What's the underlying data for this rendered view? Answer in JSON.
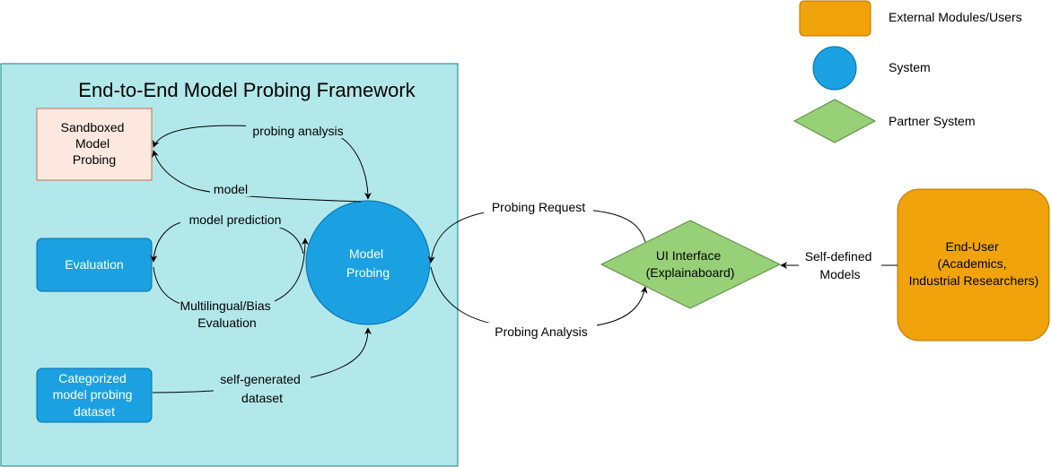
{
  "framework": {
    "title": "End-to-End Model Probing Framework"
  },
  "nodes": {
    "sandboxed": {
      "lines": [
        "Sandboxed",
        "Model",
        "Probing"
      ]
    },
    "evaluation": {
      "lines": [
        "Evaluation"
      ]
    },
    "dataset": {
      "lines": [
        "Categorized",
        "model probing",
        "dataset"
      ]
    },
    "model_probing": {
      "lines": [
        "Model",
        "Probing"
      ]
    },
    "ui_interface": {
      "lines": [
        "UI Interface",
        "(Explainaboard)"
      ]
    },
    "end_user": {
      "lines": [
        "End-User",
        "(Academics,",
        "Industrial Researchers)"
      ]
    }
  },
  "edges": {
    "probing_analysis": [
      "probing analysis"
    ],
    "model": [
      "model"
    ],
    "model_prediction": [
      "model prediction"
    ],
    "multilingual": [
      "Multilingual/Bias",
      "Evaluation"
    ],
    "self_generated": [
      "self-generated",
      "dataset"
    ],
    "probing_request": [
      "Probing Request"
    ],
    "probing_analysis_ui": [
      "Probing Analysis"
    ],
    "self_defined": [
      "Self-defined",
      "Models"
    ]
  },
  "legend": {
    "external": "External Modules/Users",
    "system": "System",
    "partner": "Partner System"
  },
  "colors": {
    "framework_bg": "#b3e8ea",
    "external": "#f0a30a",
    "system": "#1ba1e2",
    "partner": "#97d077",
    "sandbox": "#fce8df"
  }
}
